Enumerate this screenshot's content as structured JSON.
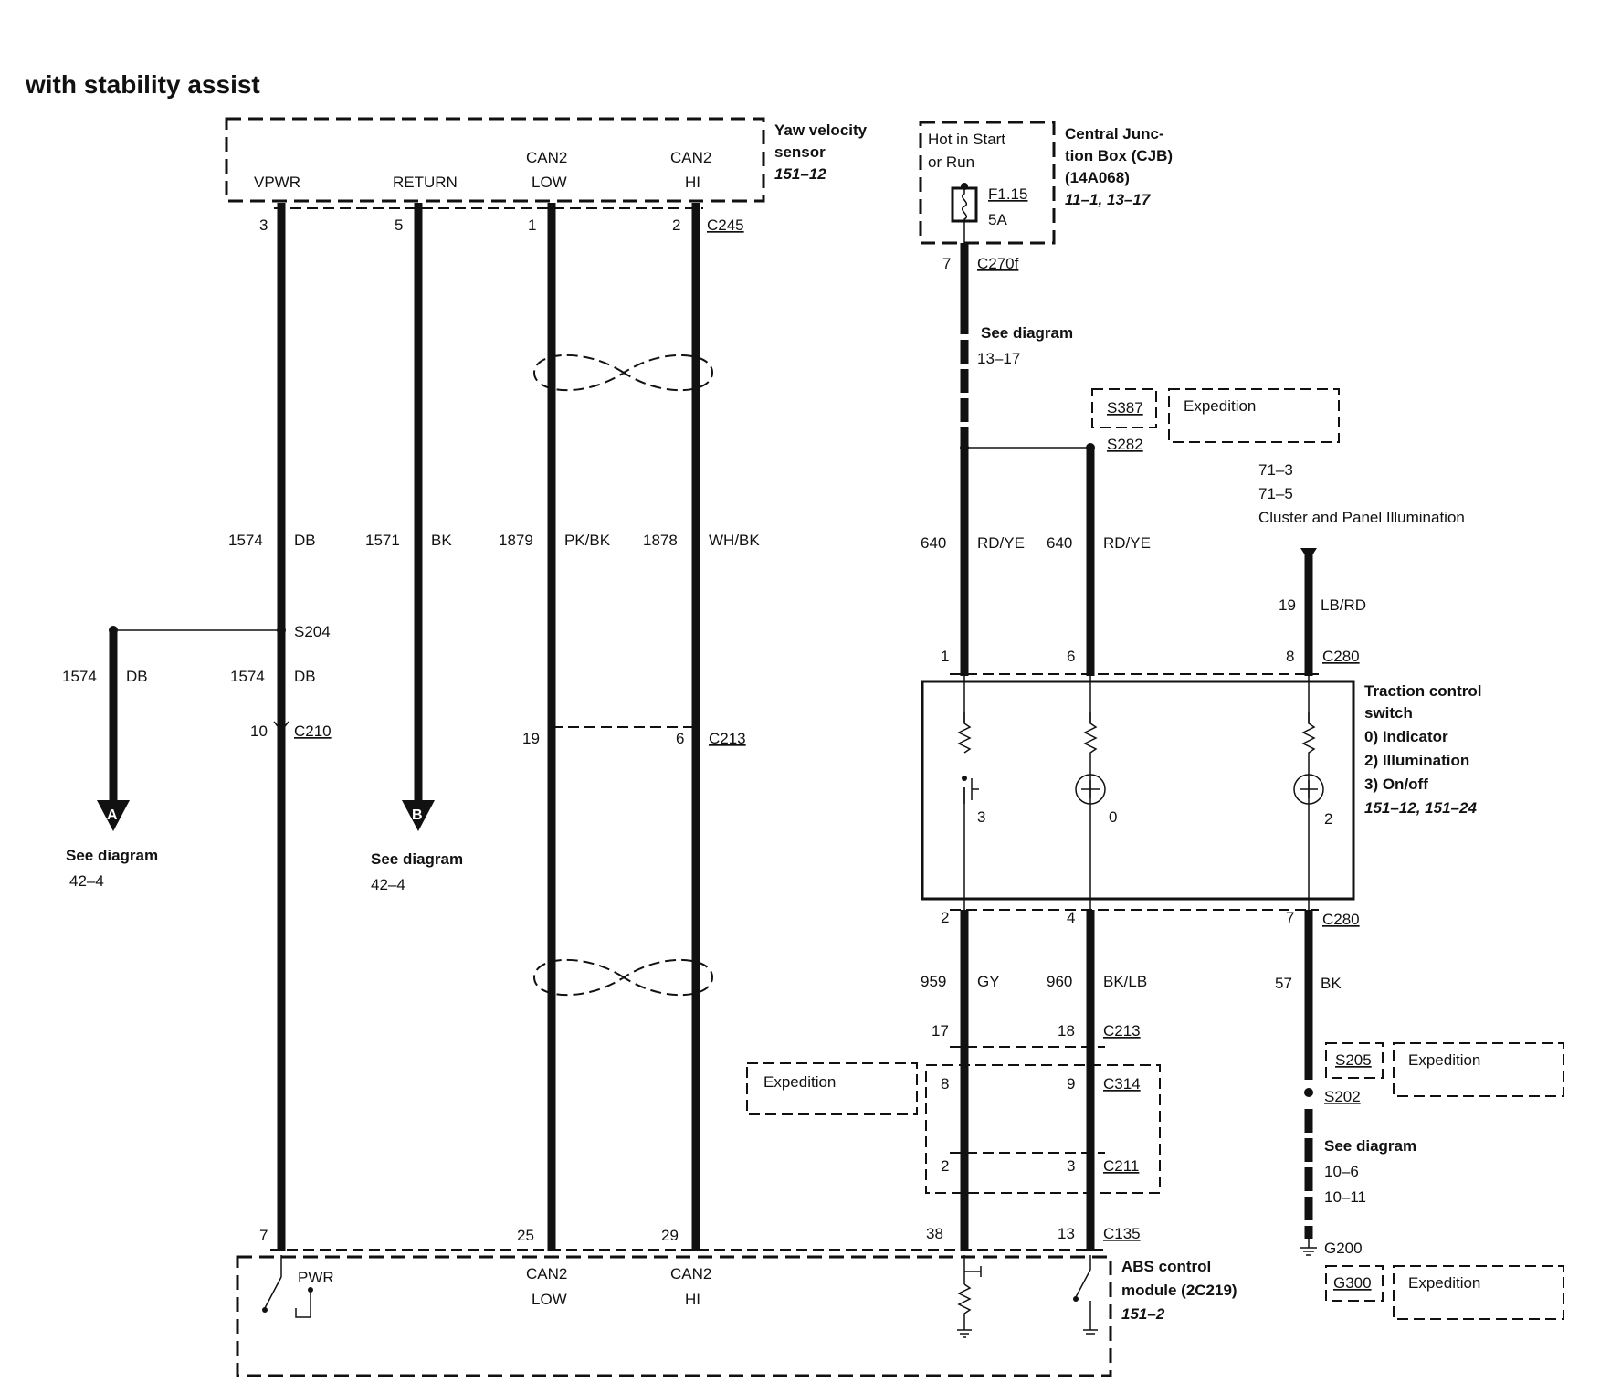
{
  "title": "with stability assist",
  "yaw_sensor": {
    "name_line1": "Yaw velocity",
    "name_line2": "sensor",
    "ref": "151–12",
    "pins": [
      "VPWR",
      "RETURN",
      "CAN2",
      "LOW",
      "CAN2",
      "HI"
    ],
    "connector": "C245"
  },
  "cjb": {
    "box_line1": "Hot in Start",
    "box_line2": "or Run",
    "fuse": "F1.15",
    "fuse_rating": "5A",
    "name_line1": "Central Junc-",
    "name_line2": "tion Box (CJB)",
    "name_line3": "(14A068)",
    "ref": "11–1, 13–17",
    "connector": "C270f",
    "see_diagram": "See diagram",
    "see_ref": "13–17"
  },
  "wires": {
    "w1574": "1574",
    "db": "DB",
    "w1571": "1571",
    "bk": "BK",
    "w1879": "1879",
    "pkbk": "PK/BK",
    "w1878": "1878",
    "whbk": "WH/BK",
    "w640": "640",
    "rdye": "RD/YE",
    "w19": "19",
    "lbrd": "LB/RD",
    "w959": "959",
    "gy": "GY",
    "w960": "960",
    "bklb": "BK/LB",
    "w57": "57"
  },
  "pins": {
    "p3": "3",
    "p5": "5",
    "p1": "1",
    "p2": "2",
    "p7": "7",
    "p6": "6",
    "p8": "8",
    "p10": "10",
    "p19": "19",
    "p4": "4",
    "p17": "17",
    "p18": "18",
    "p9": "9",
    "p25": "25",
    "p29": "29",
    "p38": "38",
    "p13": "13",
    "p0": "0"
  },
  "splices": {
    "s204": "S204",
    "s387": "S387",
    "s282": "S282",
    "s205": "S205",
    "s202": "S202",
    "g200": "G200",
    "g300": "G300"
  },
  "connectors": {
    "c210": "C210",
    "c213": "C213",
    "c280": "C280",
    "c314": "C314",
    "c211": "C211",
    "c135": "C135"
  },
  "expedition": "Expedition",
  "offpage": {
    "a": "A",
    "b": "B",
    "see_diagram": "See diagram",
    "ref_a": "42–4",
    "ref_b": "42–4"
  },
  "illumination": {
    "ref1": "71–3",
    "ref2": "71–5",
    "label": "Cluster and Panel Illumination"
  },
  "traction_switch": {
    "name_line1": "Traction control",
    "name_line2": "switch",
    "item0": "0)   Indicator",
    "item2": "2)   Illumination",
    "item3": "3)   On/off",
    "ref": "151–12, 151–24"
  },
  "ground_ref": {
    "see_diagram": "See diagram",
    "ref1": "10–6",
    "ref2": "10–11"
  },
  "abs": {
    "pwr": "PWR",
    "can2_low_1": "CAN2",
    "can2_low_2": "LOW",
    "can2_hi_1": "CAN2",
    "can2_hi_2": "HI",
    "name_line1": "ABS control",
    "name_line2": "module (2C219)",
    "ref": "151–2"
  }
}
